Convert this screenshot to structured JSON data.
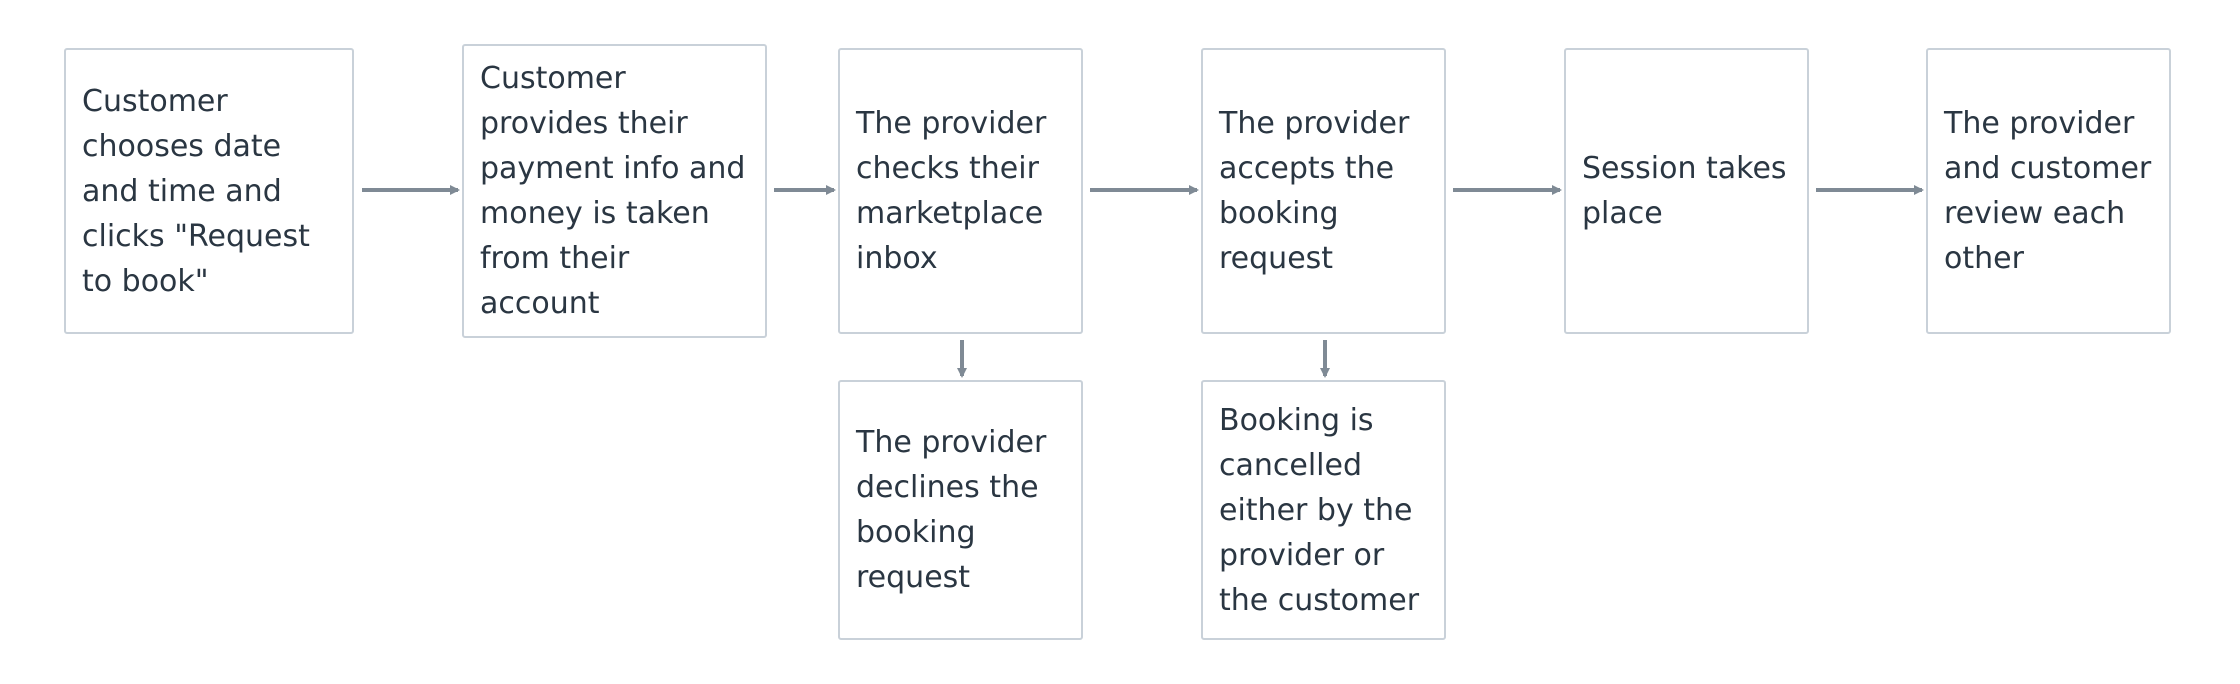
{
  "flow": {
    "steps": [
      {
        "id": "request",
        "label": "Customer chooses date and time and clicks \"Request to book\""
      },
      {
        "id": "payment",
        "label": "Customer provides their payment info and money is taken from their account"
      },
      {
        "id": "inbox",
        "label": "The provider checks their marketplace inbox"
      },
      {
        "id": "accept",
        "label": "The provider accepts the booking request"
      },
      {
        "id": "session",
        "label": "Session takes place"
      },
      {
        "id": "review",
        "label": "The provider and customer review each other"
      }
    ],
    "branches": [
      {
        "id": "decline",
        "from": "inbox",
        "label": "The provider declines the booking request"
      },
      {
        "id": "cancel",
        "from": "accept",
        "label": "Booking is cancelled either by the provider or the customer"
      }
    ]
  },
  "colors": {
    "node_border": "#c9d1d9",
    "node_text": "#2a3642",
    "connector": "#7f8a95"
  }
}
